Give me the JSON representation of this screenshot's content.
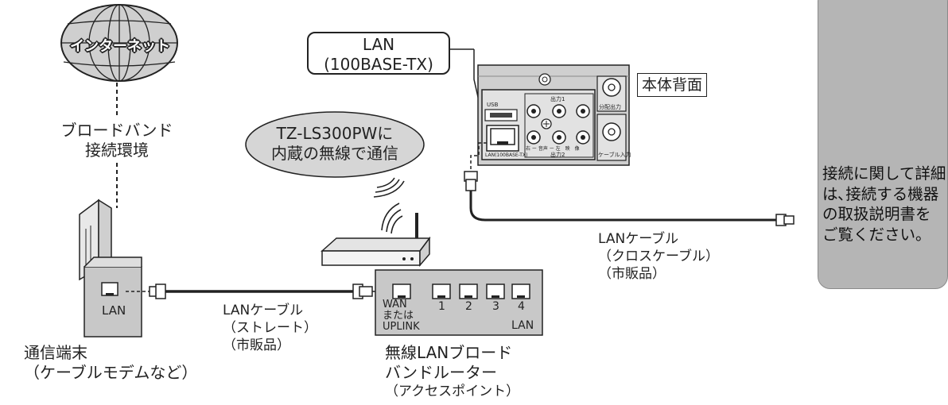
{
  "internet": {
    "label": "インターネット"
  },
  "broadband_env": {
    "line1": "ブロードバンド",
    "line2": "接続環境"
  },
  "wireless_bubble": {
    "line1": "TZ-LS300PWに",
    "line2": "内蔵の無線で通信"
  },
  "lan_port_callout": {
    "line1": "LAN",
    "line2": "(100BASE-TX)"
  },
  "rear_panel": {
    "label": "本体背面",
    "usb": "USB",
    "out1": "出力1",
    "out2": "出力2",
    "distribution_out": "分配出力",
    "cable_in": "ケーブル入力",
    "lan_port": "LAN(100BASE-TX)",
    "audio_row": "右 ー 音声 ー 左　映　像"
  },
  "modem": {
    "port_label": "LAN",
    "name_line1": "通信端末",
    "name_line2": "（ケーブルモデムなど）"
  },
  "cable_straight": {
    "line1": "LANケーブル",
    "line2": "（ストレート）",
    "line3": "（市販品）"
  },
  "cable_cross": {
    "line1": "LANケーブル",
    "line2": "（クロスケーブル）",
    "line3": "（市販品）"
  },
  "router": {
    "wan_line1": "WAN",
    "wan_line2": "または",
    "wan_line3": "UPLINK",
    "ports": [
      "1",
      "2",
      "3",
      "4"
    ],
    "lan_label": "LAN",
    "name_line1": "無線LANブロード",
    "name_line2": "バンドルーター",
    "name_line3": "（アクセスポイント）"
  },
  "note": {
    "lines": [
      "接続に関して詳細",
      "は､接続する機器",
      "の取扱説明書を",
      "ご覧ください。"
    ]
  },
  "colors": {
    "note_panel": "#b5b5b5",
    "bubble": "#d6d6d6",
    "device": "#c8c8c8",
    "line": "#222222"
  }
}
